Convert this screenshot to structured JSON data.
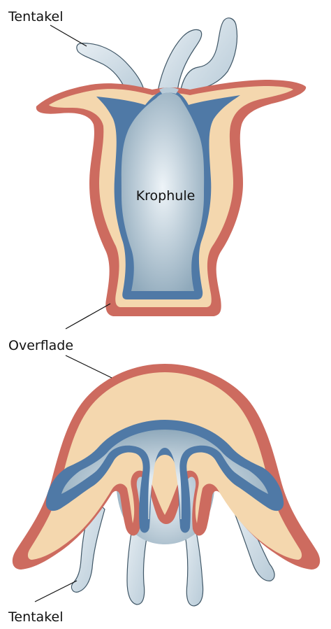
{
  "labels": {
    "tentacle_top": "Tentakel",
    "gut": "Krophule",
    "surface": "Overflade",
    "tentacle_bottom": "Tentakel"
  },
  "colors": {
    "ectoderm": "#cd6b5f",
    "mesoglea": "#f4d7ae",
    "endoderm": "#4f79a6",
    "gut_cavity_light": "#e6eef4",
    "gut_cavity_dark": "#8fa9bb",
    "tentacle_fill": "#d5e1ea",
    "outline": "#3f5666"
  },
  "figures": [
    {
      "name": "polyp",
      "orientation": "upright"
    },
    {
      "name": "medusa",
      "orientation": "inverted"
    }
  ]
}
